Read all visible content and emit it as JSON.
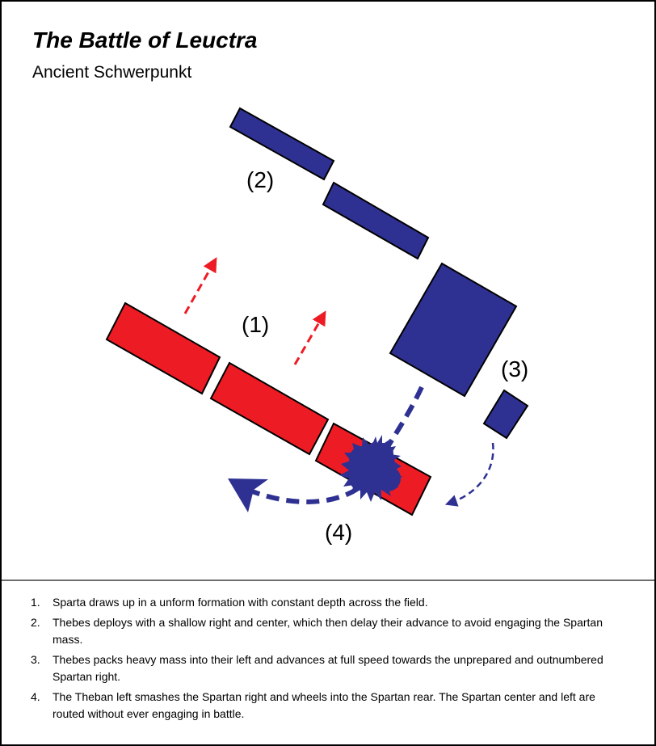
{
  "header": {
    "title": "The Battle of Leuctra",
    "subtitle": "Ancient Schwerpunkt"
  },
  "diagram": {
    "labels": {
      "step1": "(1)",
      "step2": "(2)",
      "step3": "(3)",
      "step4": "(4)"
    },
    "colors": {
      "spartan": "#ed1c24",
      "theban": "#2e3192",
      "outline": "#000000"
    }
  },
  "notes": [
    {
      "num": "1.",
      "text": "Sparta draws up in a unform formation with constant depth across the field."
    },
    {
      "num": "2.",
      "text": "Thebes deploys with a shallow right and center, which then delay their advance to avoid engaging the Spartan mass."
    },
    {
      "num": "3.",
      "text": "Thebes packs heavy mass into their left and advances at full speed towards the unprepared and outnumbered Spartan right."
    },
    {
      "num": "4.",
      "text": "The Theban left smashes the Spartan right and wheels into the Spartan rear. The  Spartan center and left are routed without ever engaging in battle."
    }
  ]
}
